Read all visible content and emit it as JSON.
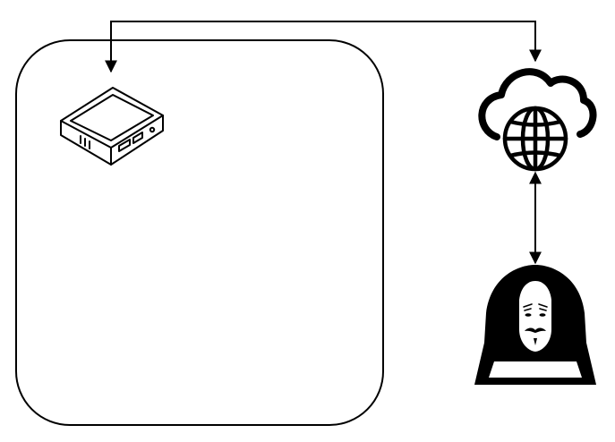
{
  "diagram": {
    "nodes": [
      {
        "id": "network-boundary",
        "kind": "rounded-rectangle",
        "label": ""
      },
      {
        "id": "mini-pc",
        "icon": "mini-pc-icon",
        "label": ""
      },
      {
        "id": "internet",
        "icon": "cloud-globe-icon",
        "label": ""
      },
      {
        "id": "attacker",
        "icon": "hooded-hacker-icon",
        "label": ""
      }
    ],
    "edges": [
      {
        "from": "mini-pc",
        "to": "internet",
        "direction": "bidirectional",
        "label": ""
      },
      {
        "from": "internet",
        "to": "attacker",
        "direction": "bidirectional",
        "label": ""
      }
    ],
    "colors": {
      "stroke": "#000000",
      "background": "#ffffff",
      "fill": "#000000"
    }
  }
}
